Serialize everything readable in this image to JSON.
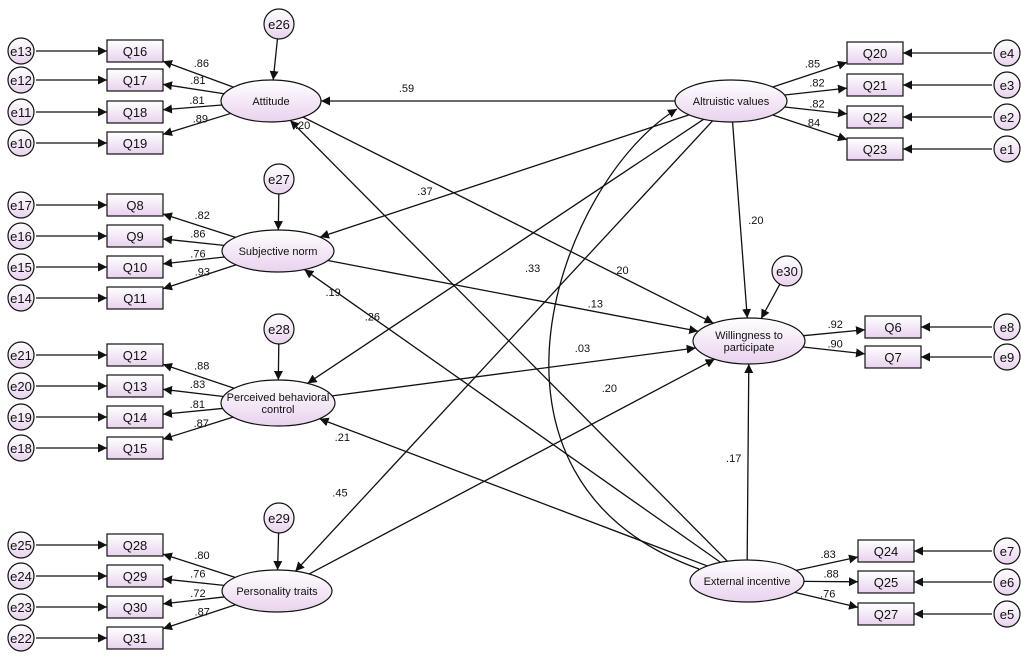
{
  "colors": {
    "fill_top": "#ffffff",
    "fill_bottom": "#e9d2ee",
    "stroke": "#111111"
  },
  "latents": {
    "attitude": [
      "Attitude"
    ],
    "subjective_norm": [
      "Subjective norm"
    ],
    "perceived_behavioral_control": [
      "Perceived behavioral",
      "control"
    ],
    "personality_traits": [
      "Personality traits"
    ],
    "altruistic_values": [
      "Altruistic values"
    ],
    "willingness": [
      "Willingness to",
      "participate"
    ],
    "external_incentive": [
      "External incentive"
    ]
  },
  "residuals": {
    "e26": "e26",
    "e27": "e27",
    "e28": "e28",
    "e29": "e29",
    "e30": "e30"
  },
  "indicators": [
    {
      "id": "Q16",
      "latent": "attitude",
      "error": "e13",
      "loading": ".86"
    },
    {
      "id": "Q17",
      "latent": "attitude",
      "error": "e12",
      "loading": ".81"
    },
    {
      "id": "Q18",
      "latent": "attitude",
      "error": "e11",
      "loading": ".81"
    },
    {
      "id": "Q19",
      "latent": "attitude",
      "error": "e10",
      "loading": ".89"
    },
    {
      "id": "Q8",
      "latent": "subjective_norm",
      "error": "e17",
      "loading": ".82"
    },
    {
      "id": "Q9",
      "latent": "subjective_norm",
      "error": "e16",
      "loading": ".86"
    },
    {
      "id": "Q10",
      "latent": "subjective_norm",
      "error": "e15",
      "loading": ".76"
    },
    {
      "id": "Q11",
      "latent": "subjective_norm",
      "error": "e14",
      "loading": ".93"
    },
    {
      "id": "Q12",
      "latent": "perceived_behavioral_control",
      "error": "e21",
      "loading": ".88"
    },
    {
      "id": "Q13",
      "latent": "perceived_behavioral_control",
      "error": "e20",
      "loading": ".83"
    },
    {
      "id": "Q14",
      "latent": "perceived_behavioral_control",
      "error": "e19",
      "loading": ".81"
    },
    {
      "id": "Q15",
      "latent": "perceived_behavioral_control",
      "error": "e18",
      "loading": ".87"
    },
    {
      "id": "Q28",
      "latent": "personality_traits",
      "error": "e25",
      "loading": ".80"
    },
    {
      "id": "Q29",
      "latent": "personality_traits",
      "error": "e24",
      "loading": ".76"
    },
    {
      "id": "Q30",
      "latent": "personality_traits",
      "error": "e23",
      "loading": ".72"
    },
    {
      "id": "Q31",
      "latent": "personality_traits",
      "error": "e22",
      "loading": ".87"
    },
    {
      "id": "Q20",
      "latent": "altruistic_values",
      "error": "e4",
      "loading": ".85"
    },
    {
      "id": "Q21",
      "latent": "altruistic_values",
      "error": "e3",
      "loading": ".82"
    },
    {
      "id": "Q22",
      "latent": "altruistic_values",
      "error": "e2",
      "loading": ".82"
    },
    {
      "id": "Q23",
      "latent": "altruistic_values",
      "error": "e1",
      "loading": ".84"
    },
    {
      "id": "Q6",
      "latent": "willingness",
      "error": "e8",
      "loading": ".92"
    },
    {
      "id": "Q7",
      "latent": "willingness",
      "error": "e9",
      "loading": ".90"
    },
    {
      "id": "Q24",
      "latent": "external_incentive",
      "error": "e7",
      "loading": ".83"
    },
    {
      "id": "Q25",
      "latent": "external_incentive",
      "error": "e6",
      "loading": ".88"
    },
    {
      "id": "Q27",
      "latent": "external_incentive",
      "error": "e5",
      "loading": ".76"
    }
  ],
  "paths": [
    {
      "from": "altruistic_values",
      "to": "attitude",
      "coef": ".59"
    },
    {
      "from": "altruistic_values",
      "to": "subjective_norm",
      "coef": ".37"
    },
    {
      "from": "altruistic_values",
      "to": "perceived_behavioral_control",
      "coef": ".26"
    },
    {
      "from": "altruistic_values",
      "to": "personality_traits",
      "coef": ".45"
    },
    {
      "from": "altruistic_values",
      "to": "willingness",
      "coef": ".20"
    },
    {
      "from": "external_incentive",
      "to": "attitude",
      "coef": ".20"
    },
    {
      "from": "external_incentive",
      "to": "subjective_norm",
      "coef": ".19"
    },
    {
      "from": "external_incentive",
      "to": "perceived_behavioral_control",
      "coef": ".21"
    },
    {
      "from": "external_incentive",
      "to": "willingness",
      "coef": ".17"
    },
    {
      "from": "external_incentive",
      "to": "altruistic_values",
      "coef": ".33"
    },
    {
      "from": "attitude",
      "to": "willingness",
      "coef": ".20"
    },
    {
      "from": "subjective_norm",
      "to": "willingness",
      "coef": ".13"
    },
    {
      "from": "perceived_behavioral_control",
      "to": "willingness",
      "coef": ".03"
    },
    {
      "from": "personality_traits",
      "to": "willingness",
      "coef": ".20"
    }
  ]
}
